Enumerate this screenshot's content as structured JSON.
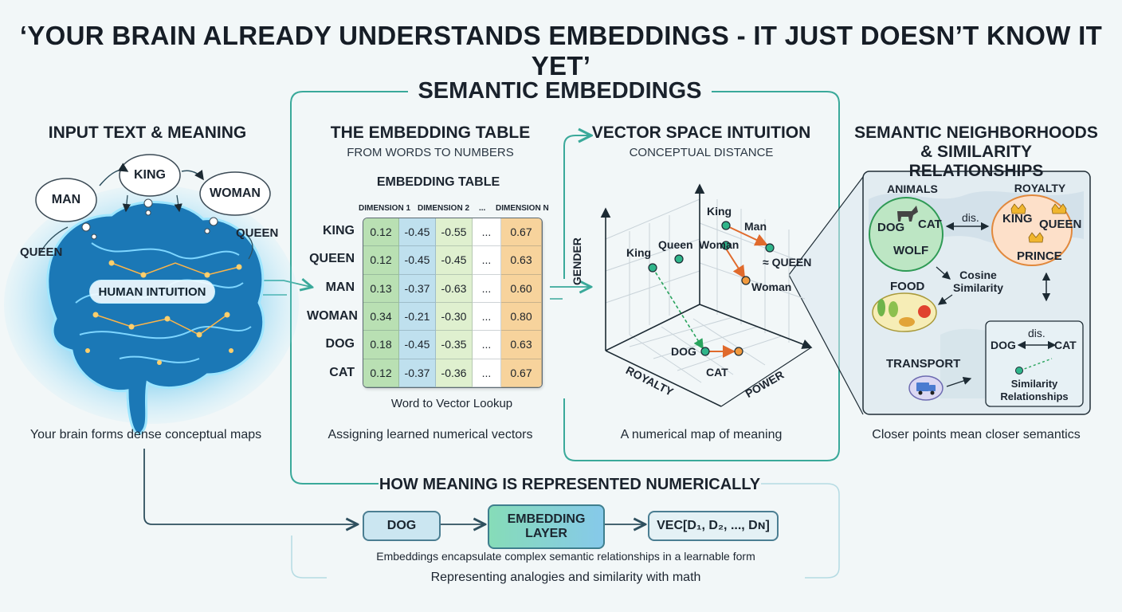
{
  "title": "‘YOUR BRAIN ALREADY UNDERSTANDS EMBEDDINGS - IT JUST DOESN’T KNOW IT YET’",
  "semantic_embeddings": "SEMANTIC EMBEDDINGS",
  "input": {
    "heading": "INPUT TEXT & MEANING",
    "bubbles": [
      "MAN",
      "KING",
      "WOMAN"
    ],
    "side_words": [
      "QUEEN",
      "QUEEN"
    ],
    "brain_label": "HUMAN INTUITION",
    "caption": "Your brain forms dense conceptual maps"
  },
  "table": {
    "heading": "THE EMBEDDING TABLE",
    "subheading": "FROM WORDS TO NUMBERS",
    "table_title": "EMBEDDING TABLE",
    "columns": [
      "DIMENSION 1",
      "DIMENSION 2",
      "...",
      "DIMENSION N"
    ],
    "rows": [
      {
        "word": "KING",
        "values": [
          "0.12",
          "-0.45",
          "-0.55",
          "...",
          "0.67"
        ]
      },
      {
        "word": "QUEEN",
        "values": [
          "0.12",
          "-0.45",
          "-0.45",
          "...",
          "0.63"
        ]
      },
      {
        "word": "MAN",
        "values": [
          "0.13",
          "-0.37",
          "-0.63",
          "...",
          "0.60"
        ]
      },
      {
        "word": "WOMAN",
        "values": [
          "0.34",
          "-0.21",
          "-0.30",
          "...",
          "0.80"
        ]
      },
      {
        "word": "DOG",
        "values": [
          "0.18",
          "-0.45",
          "-0.35",
          "...",
          "0.63"
        ]
      },
      {
        "word": "CAT",
        "values": [
          "0.12",
          "-0.37",
          "-0.36",
          "...",
          "0.67"
        ]
      }
    ],
    "lookup_label": "Word to Vector Lookup",
    "caption": "Assigning learned numerical vectors"
  },
  "vector": {
    "heading": "VECTOR SPACE INTUITION",
    "subheading": "CONCEPTUAL DISTANCE",
    "axes": {
      "gender": "GENDER",
      "royalty": "ROYALTY",
      "power": "POWER"
    },
    "points": {
      "king_left": "King",
      "queen": "Queen",
      "king_top": "King",
      "man": "Man",
      "woman": "Woman",
      "approx_queen": "≈ QUEEN",
      "woman2": "Woman",
      "dog": "DOG",
      "cat": "CAT"
    },
    "caption": "A numerical map of meaning"
  },
  "neighborhoods": {
    "heading_line1": "SEMANTIC NEIGHBORHOODS",
    "heading_line2": "& SIMILARITY RELATIONSHIPS",
    "animals": {
      "title": "ANIMALS",
      "dog": "DOG",
      "cat": "CAT",
      "wolf": "WOLF"
    },
    "royalty": {
      "title": "ROYALTY",
      "king": "KING",
      "queen": "QUEEN",
      "prince": "PRINCE"
    },
    "dis": "dis.",
    "cosine_line1": "Cosine",
    "cosine_line2": "Similarity",
    "food": "FOOD",
    "transport": "TRANSPORT",
    "inset": {
      "dis": "dis.",
      "dog": "DOG",
      "cat": "CAT",
      "line1": "Similarity",
      "line2": "Relationships"
    },
    "caption": "Closer points mean closer semantics"
  },
  "bottom": {
    "heading": "HOW MEANING IS REPRESENTED NUMERICALLY",
    "node_dog": "DOG",
    "node_layer_line1": "EMBEDDING",
    "node_layer_line2": "LAYER",
    "node_vec": "VEC[D₁, D₂, ..., Dɴ]",
    "caption1": "Embeddings encapsulate complex semantic relationships in a learnable form",
    "caption2": "Representing analogies and similarity with math"
  }
}
